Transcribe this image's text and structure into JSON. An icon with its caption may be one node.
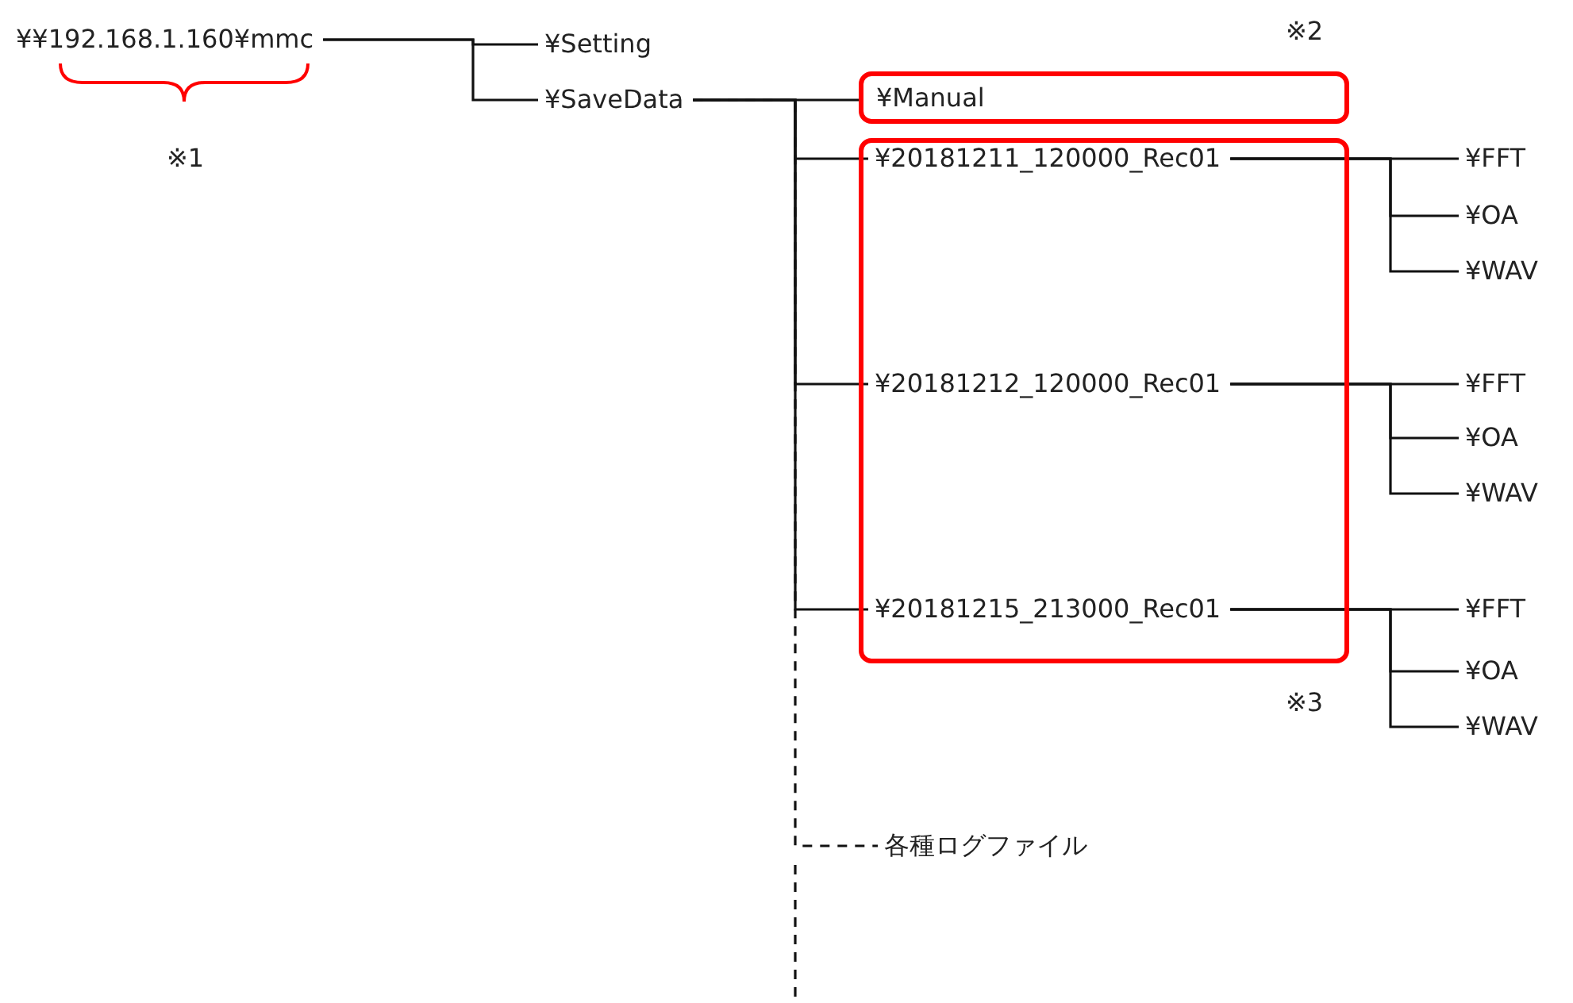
{
  "diagram": {
    "nodes": [
      {
        "text": [
          "¥¥192.168.1.160¥mmc"
        ]
      },
      {
        "text": [
          "¥Setting"
        ]
      },
      {
        "text": [
          "¥SaveData"
        ]
      },
      {
        "text": [
          "¥Manual"
        ]
      },
      {
        "text": [],
        "shape": "box"
      },
      {
        "text": [
          "¥20181211_120000_Rec01"
        ],
        "in": 4
      },
      {
        "text": [
          "¥FFT"
        ]
      },
      {
        "text": [
          "¥OA"
        ]
      },
      {
        "text": [
          "¥WAV"
        ]
      },
      {
        "text": [
          "¥20181212_120000_Rec01"
        ],
        "in": 4
      },
      {
        "text": [
          "¥FFT"
        ]
      },
      {
        "text": [
          "¥OA"
        ]
      },
      {
        "text": [
          "¥WAV"
        ]
      },
      {
        "text": [
          "¥20181215_213000_Rec01"
        ],
        "in": 4
      },
      {
        "text": [
          "¥FFT"
        ]
      },
      {
        "text": [
          "¥OA"
        ]
      },
      {
        "text": [
          "¥WAV"
        ]
      },
      {
        "text": [
          "各種ログファイル"
        ]
      }
    ],
    "edges": [
      {
        "from": 0,
        "to": 1,
        "arrow": "none"
      },
      {
        "from": 0,
        "to": 2,
        "arrow": "none"
      },
      {
        "from": 2,
        "to": 3,
        "arrow": "none"
      },
      {
        "from": 2,
        "to": 5,
        "arrow": "none"
      },
      {
        "from": 2,
        "to": 9,
        "arrow": "none"
      },
      {
        "from": 2,
        "to": 13,
        "arrow": "none"
      },
      {
        "from": 2,
        "to": 17,
        "arrow": "none",
        "style": "dashed"
      },
      {
        "from": 5,
        "to": 6,
        "arrow": "none"
      },
      {
        "from": 5,
        "to": 7,
        "arrow": "none"
      },
      {
        "from": 5,
        "to": 8,
        "arrow": "none"
      },
      {
        "from": 9,
        "to": 10,
        "arrow": "none"
      },
      {
        "from": 9,
        "to": 11,
        "arrow": "none"
      },
      {
        "from": 9,
        "to": 12,
        "arrow": "none"
      },
      {
        "from": 13,
        "to": 14,
        "arrow": "none"
      },
      {
        "from": 13,
        "to": 15,
        "arrow": "none"
      },
      {
        "from": 13,
        "to": 16,
        "arrow": "none"
      }
    ],
    "labels": [
      "※2",
      "※1",
      "※3"
    ]
  }
}
